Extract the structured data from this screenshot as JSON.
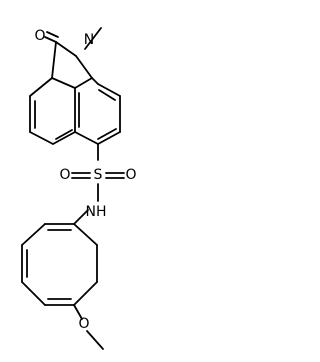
{
  "molecule": {
    "atoms": {
      "carbonyl_oxygen": "O",
      "ring_nitrogen": "N",
      "methyl_group": "CH3",
      "sulfur": "S",
      "sulfonyl_oxygen_left": "O",
      "sulfonyl_oxygen_right": "O",
      "sulfonamide_nh": "NH",
      "methoxy_oxygen": "O"
    }
  }
}
